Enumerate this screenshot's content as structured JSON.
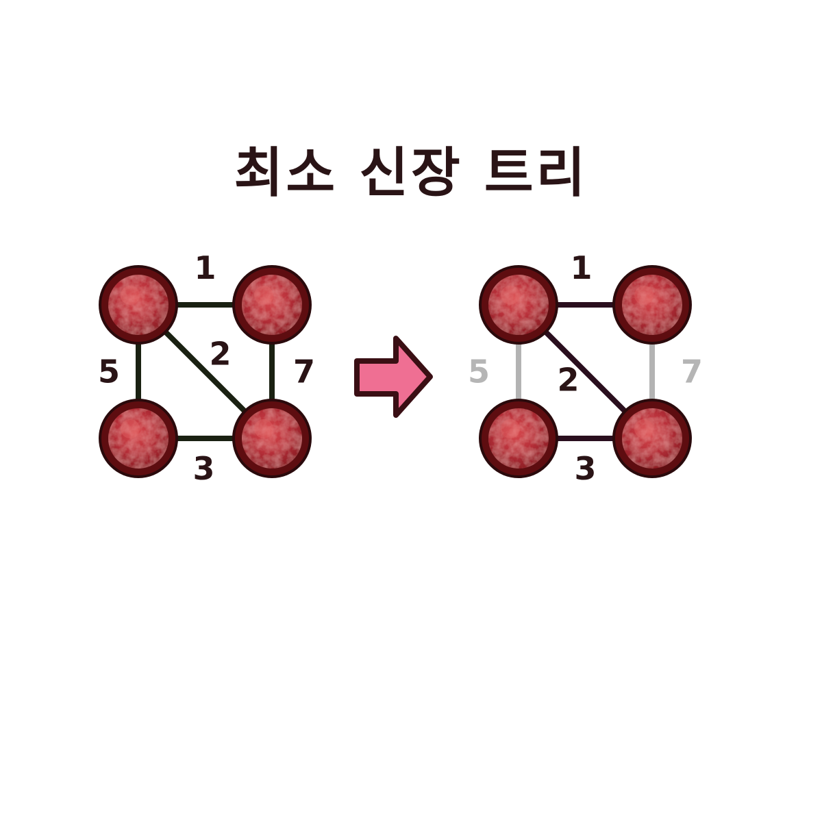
{
  "title": "최소 신장 트리",
  "colors": {
    "node_fill": "#b8303a",
    "node_ring": "#5e0d10",
    "node_outline": "#2a0a0c",
    "edge_original": "#1a2112",
    "edge_selected": "#2a0f1e",
    "edge_removed": "#b3b3b3",
    "label_dark": "#2a1416",
    "label_removed": "#b5b5b5",
    "arrow_fill": "#ef6f93",
    "arrow_outline": "#3a0f14"
  },
  "graph_before": {
    "edges": [
      {
        "name": "edge-top",
        "weight": "1"
      },
      {
        "name": "edge-diagonal",
        "weight": "2"
      },
      {
        "name": "edge-bottom",
        "weight": "3"
      },
      {
        "name": "edge-left",
        "weight": "5"
      },
      {
        "name": "edge-right",
        "weight": "7"
      }
    ]
  },
  "graph_after": {
    "edges": [
      {
        "name": "edge-top",
        "weight": "1",
        "selected": true
      },
      {
        "name": "edge-diagonal",
        "weight": "2",
        "selected": true
      },
      {
        "name": "edge-bottom",
        "weight": "3",
        "selected": true
      },
      {
        "name": "edge-left",
        "weight": "5",
        "selected": false
      },
      {
        "name": "edge-right",
        "weight": "7",
        "selected": false
      }
    ]
  },
  "arrow_icon": "right-arrow-icon"
}
